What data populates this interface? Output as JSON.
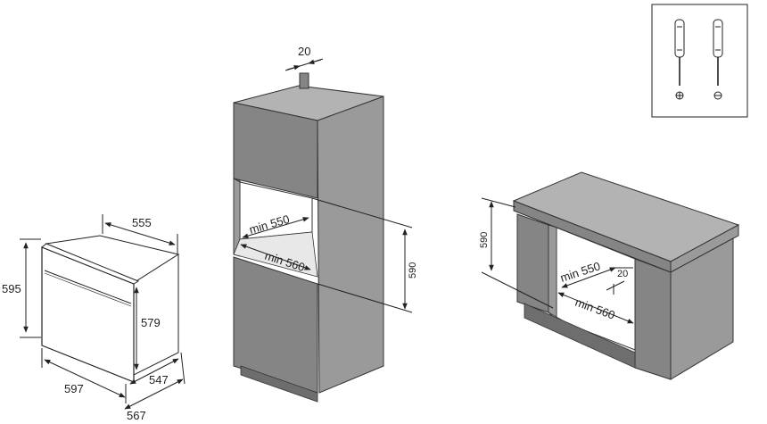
{
  "colors": {
    "cabinet_front": "#858585",
    "cabinet_side": "#9a9a9a",
    "cabinet_top": "#b3b3b3",
    "cabinet_dark": "#6e6e6e",
    "line": "#222222",
    "background": "#ffffff"
  },
  "oven": {
    "width": "597",
    "height": "595",
    "depth_total": "567",
    "depth_body": "547",
    "body_width": "555",
    "body_height": "579"
  },
  "tall_cabinet": {
    "vent_gap": "20",
    "niche_depth": "min 550",
    "niche_width": "min 560",
    "niche_height": "590"
  },
  "under_counter": {
    "niche_height": "590",
    "niche_depth": "min 550",
    "niche_width": "min 560",
    "rear_gap": "20"
  },
  "tools": {
    "items": [
      "phillips-screwdriver-icon",
      "flathead-screwdriver-icon"
    ]
  }
}
